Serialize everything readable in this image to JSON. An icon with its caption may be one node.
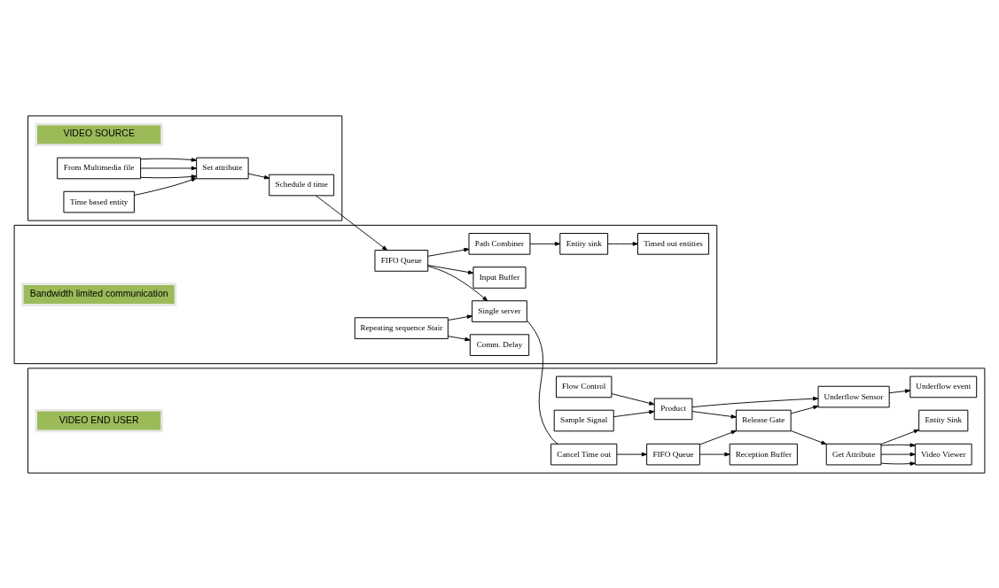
{
  "diagram": {
    "nodes": [
      {
        "text": [],
        "shape": "box"
      },
      {
        "text": [
          "VIDEO SOURCE"
        ],
        "in": 0
      },
      {
        "text": [
          "From Multimedia file"
        ],
        "in": 0
      },
      {
        "text": [
          "Set attribute"
        ],
        "in": 0
      },
      {
        "text": [
          "Schedule d time"
        ],
        "in": 0
      },
      {
        "text": [
          "Time based entity"
        ],
        "in": 0
      },
      {
        "text": [],
        "shape": "box"
      },
      {
        "text": [
          "Input Buffer"
        ],
        "in": 6
      },
      {
        "text": [
          "FIFO Queue"
        ],
        "in": 6
      },
      {
        "text": [
          "Comm. Delay"
        ],
        "in": 6
      },
      {
        "text": [
          "Repeating sequence Stair"
        ],
        "in": 6
      },
      {
        "text": [
          "Single server"
        ],
        "in": 6
      },
      {
        "text": [
          "Path Combiner"
        ],
        "in": 6
      },
      {
        "text": [
          "Timed out entities"
        ],
        "in": 6
      },
      {
        "text": [
          "Entity sink"
        ],
        "in": 6
      },
      {
        "text": [
          "Bandwidth limited communication"
        ],
        "in": 6
      },
      {
        "text": [],
        "shape": "box"
      },
      {
        "text": [
          "VIDEO END USER"
        ],
        "in": 16
      },
      {
        "text": [
          "Reception Buffer"
        ],
        "in": 16
      },
      {
        "text": [
          "Product"
        ],
        "in": 16
      },
      {
        "text": [
          "Flow Control"
        ],
        "in": 16
      },
      {
        "text": [
          "Sample Signal"
        ],
        "in": 16
      },
      {
        "text": [
          "Underflow Sensor"
        ],
        "in": 16
      },
      {
        "text": [
          "Underflow event"
        ],
        "in": 16
      },
      {
        "text": [
          "Video Viewer"
        ],
        "in": 16
      },
      {
        "text": [
          "Cancel Time out"
        ],
        "in": 16
      },
      {
        "text": [
          "FIFO Queue"
        ],
        "in": 16
      },
      {
        "text": [
          "Release Gate"
        ],
        "in": 16
      },
      {
        "text": [
          "Get Attribute"
        ],
        "in": 16
      },
      {
        "text": [
          "Entity Sink"
        ],
        "in": 16
      }
    ],
    "edges": [
      {
        "from": 2,
        "to": 3,
        "arrow": "to"
      },
      {
        "from": 2,
        "to": 3,
        "arrow": "to"
      },
      {
        "from": 2,
        "to": 3,
        "arrow": "to"
      },
      {
        "from": 5,
        "to": 3,
        "arrow": "to"
      },
      {
        "from": 3,
        "to": 4,
        "arrow": "to"
      },
      {
        "from": 4,
        "to": 8,
        "arrow": "to"
      },
      {
        "from": 8,
        "to": 7,
        "arrow": "to"
      },
      {
        "from": 8,
        "to": 11,
        "arrow": "to"
      },
      {
        "from": 8,
        "to": 12,
        "arrow": "to"
      },
      {
        "from": 10,
        "to": 9,
        "arrow": "to"
      },
      {
        "from": 10,
        "to": 11,
        "arrow": "to"
      },
      {
        "from": 11,
        "to": 25,
        "arrow": "none"
      },
      {
        "from": 12,
        "to": 14,
        "arrow": "to"
      },
      {
        "from": 14,
        "to": 13,
        "arrow": "to"
      },
      {
        "from": 25,
        "to": 26,
        "arrow": "to"
      },
      {
        "from": 26,
        "to": 18,
        "arrow": "to"
      },
      {
        "from": 26,
        "to": 27,
        "arrow": "to"
      },
      {
        "from": 20,
        "to": 19,
        "arrow": "to"
      },
      {
        "from": 21,
        "to": 19,
        "arrow": "to"
      },
      {
        "from": 19,
        "to": 27,
        "arrow": "to"
      },
      {
        "from": 19,
        "to": 22,
        "arrow": "to"
      },
      {
        "from": 27,
        "to": 22,
        "arrow": "to"
      },
      {
        "from": 27,
        "to": 28,
        "arrow": "to"
      },
      {
        "from": 22,
        "to": 23,
        "arrow": "to"
      },
      {
        "from": 28,
        "to": 24,
        "arrow": "to"
      },
      {
        "from": 28,
        "to": 24,
        "arrow": "to"
      },
      {
        "from": 28,
        "to": 24,
        "arrow": "to"
      },
      {
        "from": 28,
        "to": 29,
        "arrow": "to"
      }
    ]
  }
}
